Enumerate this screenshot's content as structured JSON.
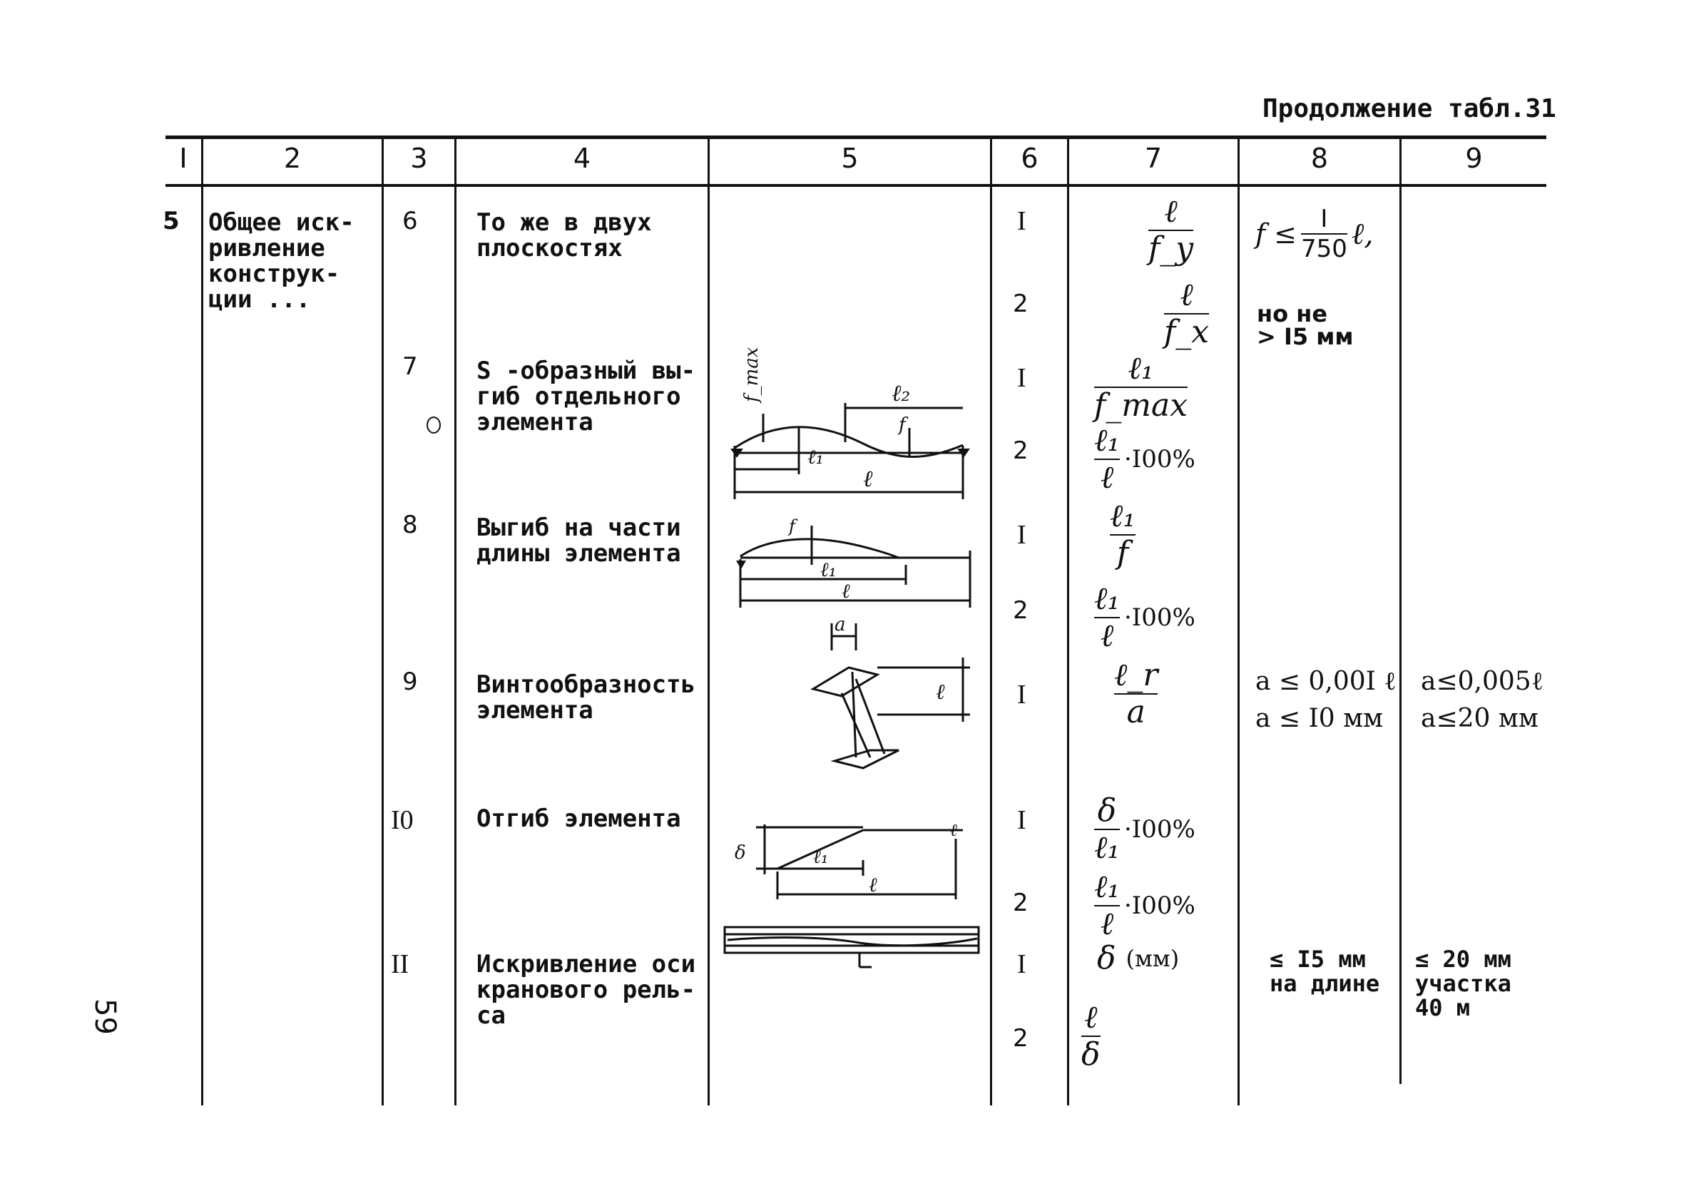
{
  "caption": "Продолжение табл.31",
  "page_number": "59",
  "header": [
    "I",
    "2",
    "3",
    "4",
    "5",
    "6",
    "7",
    "8",
    "9"
  ],
  "group": {
    "col1": "5",
    "col2_lines": [
      "Общее иск-",
      "ривление",
      "конструк-",
      "ции ..."
    ]
  },
  "rows": [
    {
      "num": "6",
      "desc_lines": [
        "То же  в двух",
        "плоскостях"
      ],
      "sub": [
        "I",
        "2"
      ],
      "f1_num": "ℓ",
      "f1_den": "f_y",
      "f2_num": "ℓ",
      "f2_den": "f_x",
      "col8_prefix": "f ≤",
      "col8_frac_num": "I",
      "col8_frac_den": "750",
      "col8_suffix": "ℓ,",
      "col8_line2": "но не",
      "col8_line3": "> I5  мм"
    },
    {
      "num": "7",
      "desc_lines": [
        "S -образный вы-",
        "гиб отдельного",
        "элемента"
      ],
      "sub": [
        "I",
        "2"
      ],
      "f1_num": "ℓ₁",
      "f1_den": "f_max",
      "f2_num": "ℓ₁",
      "f2_den": "ℓ",
      "f2_tail": "·I00%",
      "sketch_labels": [
        "f_max",
        "ℓ₂",
        "f",
        "ℓ₁",
        "ℓ"
      ]
    },
    {
      "num": "8",
      "desc_lines": [
        "Выгиб на части",
        "длины элемента"
      ],
      "sub": [
        "I",
        "2"
      ],
      "f1_num": "ℓ₁",
      "f1_den": "f",
      "f2_num": "ℓ₁",
      "f2_den": "ℓ",
      "f2_tail": "·I00%",
      "sketch_labels": [
        "f",
        "ℓ₁",
        "ℓ"
      ]
    },
    {
      "num": "9",
      "desc_lines": [
        "Винтообразность",
        "элемента"
      ],
      "sub": [
        "I"
      ],
      "f1_num": "ℓ_r",
      "f1_den": "a",
      "col8": [
        "a ≤ 0,00I ℓ",
        "a ≤ I0  мм"
      ],
      "col9": [
        "a≤0,005ℓ",
        "a≤20  мм"
      ],
      "sketch_labels": [
        "a",
        "ℓ"
      ]
    },
    {
      "num": "I0",
      "desc_lines": [
        "Отгиб элемента"
      ],
      "sub": [
        "I",
        "2"
      ],
      "f1_num": "δ",
      "f1_den": "ℓ₁",
      "f1_tail": "·I00%",
      "f2_num": "ℓ₁",
      "f2_den": "ℓ",
      "f2_tail": "·I00%",
      "sketch_labels": [
        "δ",
        "ℓ₁",
        "ℓ",
        "ℓ"
      ]
    },
    {
      "num": "II",
      "desc_lines": [
        "Искривление оси",
        "кранового рель-",
        "са"
      ],
      "sub": [
        "I",
        "2"
      ],
      "f1_text": "δ",
      "f1_unit": "(мм)",
      "f2_num": "ℓ",
      "f2_den": "δ",
      "col8": [
        "≤ I5  мм",
        "на длине"
      ],
      "col9": [
        "≤ 20  мм",
        "участка",
        "40 м"
      ]
    }
  ]
}
